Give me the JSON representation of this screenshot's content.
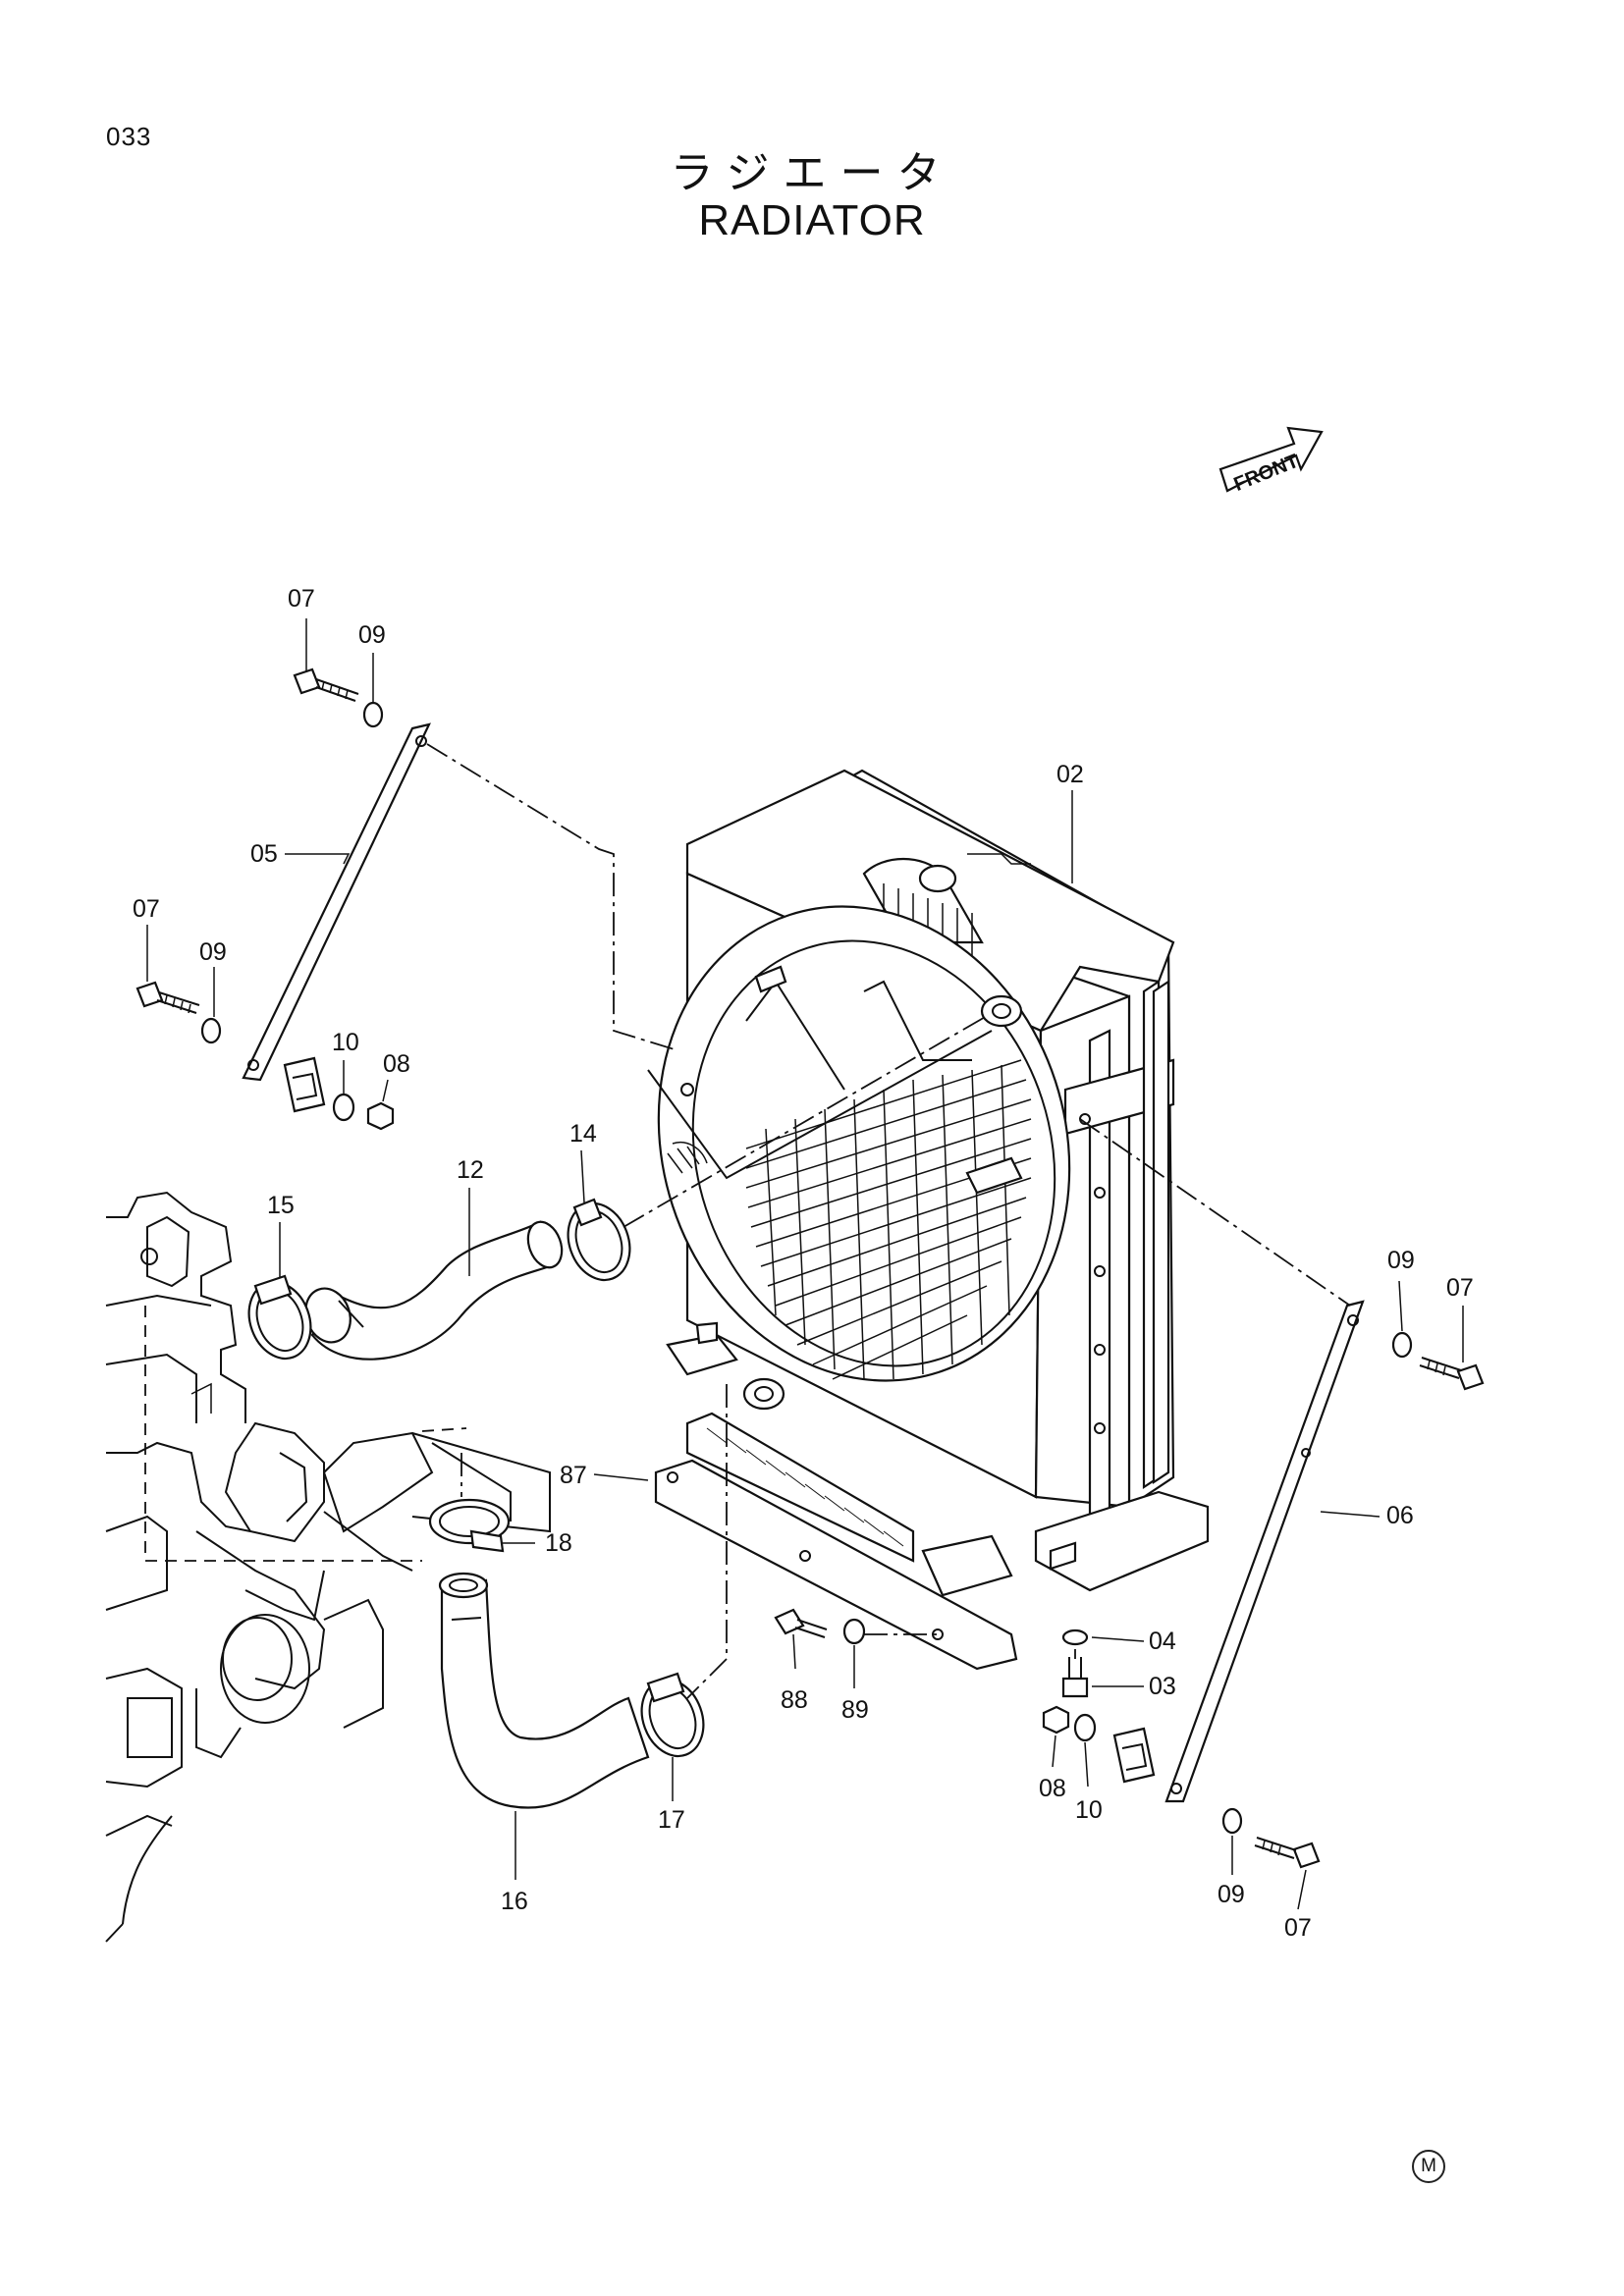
{
  "header": {
    "page_number": "033",
    "title_japanese": "ラジエータ",
    "title_english": "RADIATOR"
  },
  "front_arrow_label": "FRONT",
  "footer_mark": "M",
  "callouts": {
    "c07a": "07",
    "c09a": "09",
    "c05": "05",
    "c07b": "07",
    "c09b": "09",
    "c10a": "10",
    "c08a": "08",
    "c02": "02",
    "c14": "14",
    "c12": "12",
    "c15": "15",
    "c09c": "09",
    "c07c": "07",
    "c06": "06",
    "c87": "87",
    "c18": "18",
    "c04": "04",
    "c03": "03",
    "c88": "88",
    "c89": "89",
    "c08b": "08",
    "c10b": "10",
    "c17": "17",
    "c16": "16",
    "c09d": "09",
    "c07d": "07"
  }
}
